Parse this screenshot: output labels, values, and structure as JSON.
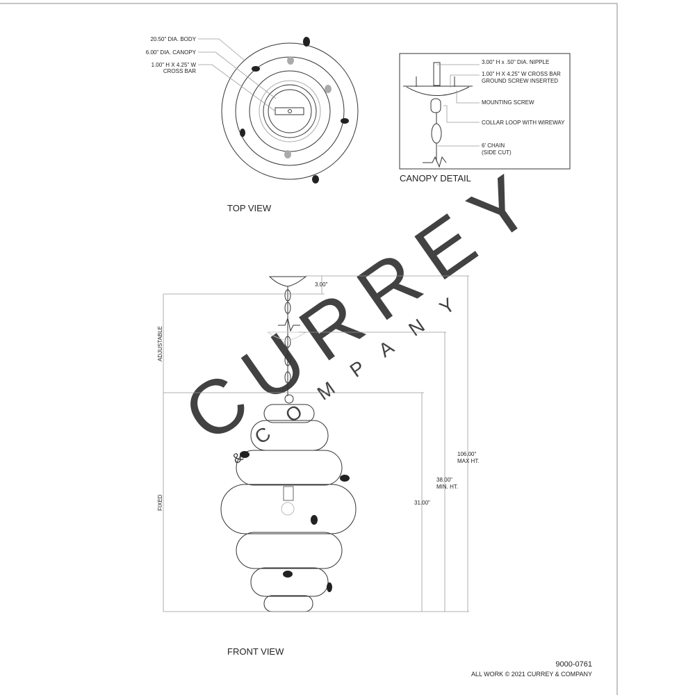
{
  "top_view": {
    "title": "TOP VIEW",
    "callouts": [
      "20.50\" DIA. BODY",
      "6.00\" DIA. CANOPY",
      "1.00\" H X 4.25\" W",
      "CROSS BAR"
    ]
  },
  "canopy_detail": {
    "title": "CANOPY DETAIL",
    "callouts": [
      "3.00\" H x .50\" DIA. NIPPLE",
      "1.00\" H X 4.25\" W CROSS BAR",
      "GROUND SCREW INSERTED",
      "MOUNTING SCREW",
      "COLLAR LOOP WITH WIREWAY",
      "6' CHAIN",
      "(SIDE CUT)"
    ]
  },
  "front_view": {
    "title": "FRONT VIEW",
    "dimensions": {
      "canopy": "3.00\"",
      "adjustable": "ADJUSTABLE",
      "fixed": "FIXED",
      "fixed_height": "31.00\"",
      "min_height": "38.00\"",
      "min_label": "MIN. HT.",
      "max_height": "106.00\"",
      "max_label": "MAX HT."
    }
  },
  "watermark": {
    "main": "CURREY",
    "sub": "COMPANY",
    "amp": "&"
  },
  "footer": {
    "sku": "9000-0761",
    "copyright": "ALL WORK © 2021 CURREY & COMPANY"
  }
}
